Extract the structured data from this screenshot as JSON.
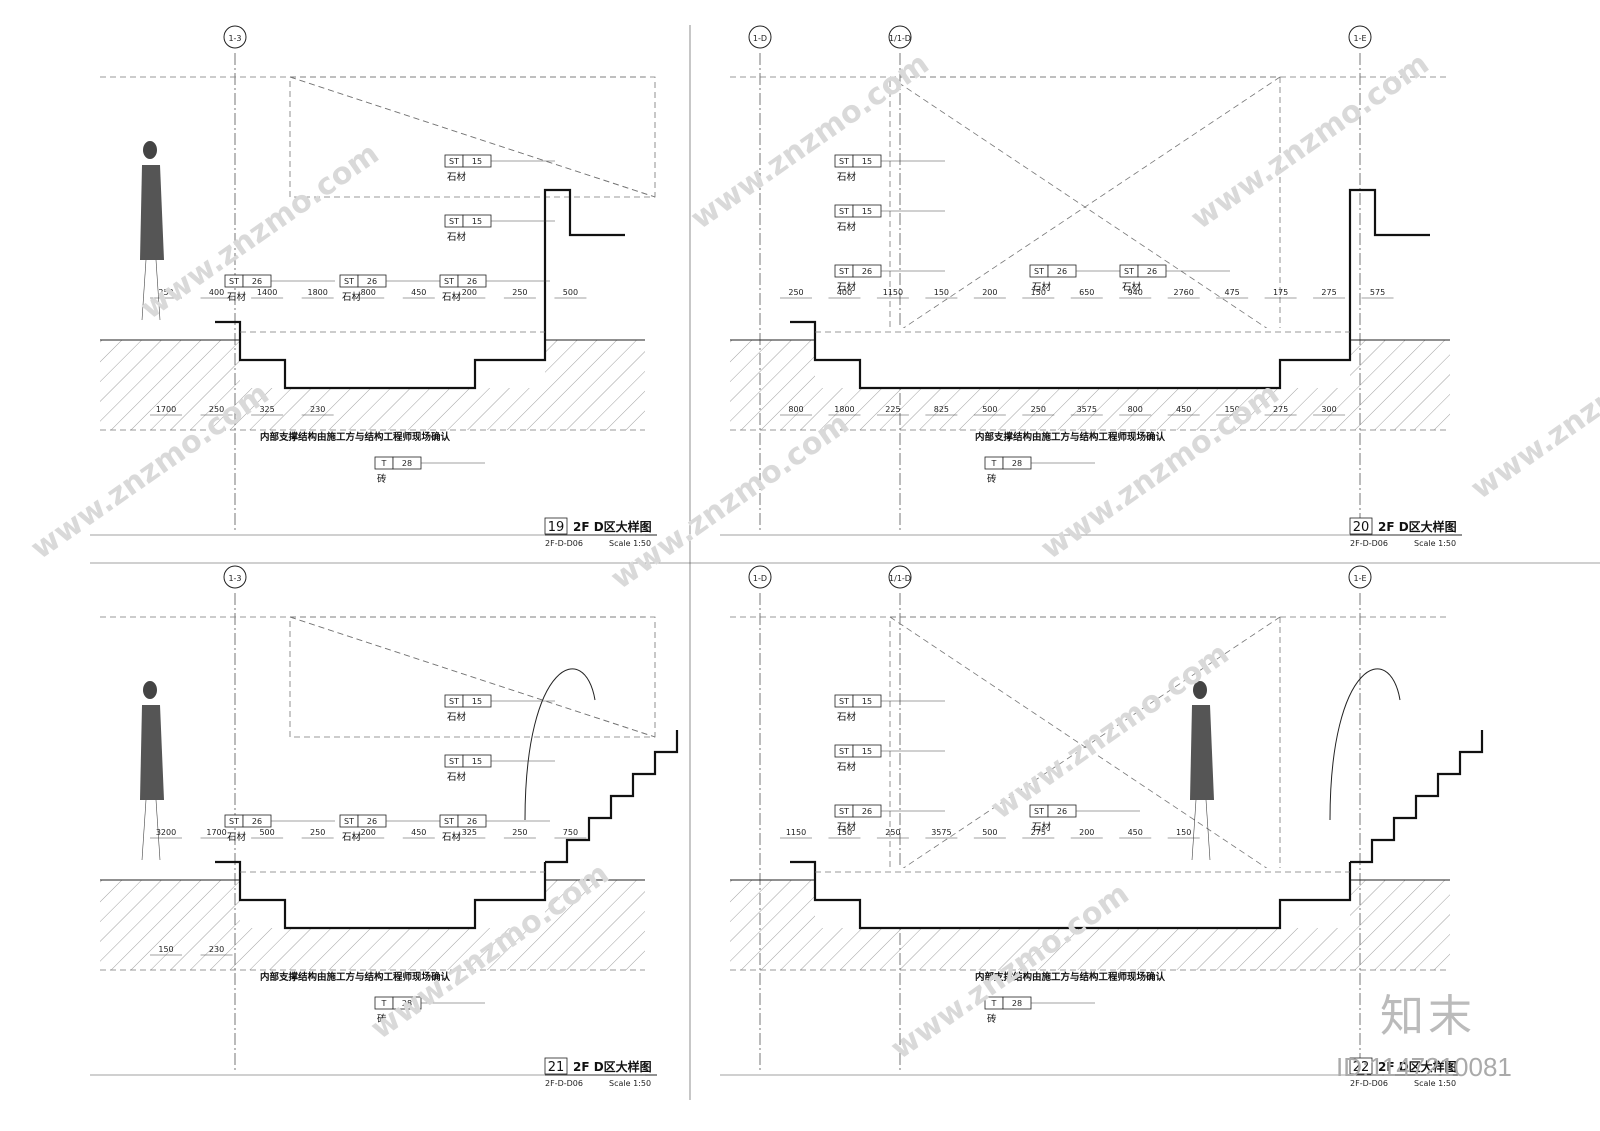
{
  "sheet": {
    "brand_logo": "知末",
    "id_text": "ID:1147210081",
    "watermark": "www.znzmo.com"
  },
  "panels": [
    {
      "id": "19",
      "number": "19",
      "title": "2F D区大样图",
      "sheet_ref": "2F-D-D06",
      "scale": "Scale 1:50",
      "grid_labels": [
        "1-3"
      ],
      "note": "内部支撑结构由施工方与结构工程师现场确认",
      "tags": [
        {
          "code": "ST",
          "num": "15",
          "label": "石材"
        },
        {
          "code": "ST",
          "num": "15",
          "label": "石材"
        },
        {
          "code": "ST",
          "num": "26",
          "label": "石材"
        },
        {
          "code": "ST",
          "num": "26",
          "label": "石材"
        },
        {
          "code": "ST",
          "num": "26",
          "label": "石材"
        },
        {
          "code": "T",
          "num": "28",
          "label": "砖"
        }
      ],
      "dims": [
        "250",
        "400",
        "1400",
        "1800",
        "800",
        "450",
        "200",
        "250",
        "500",
        "1700",
        "250",
        "325",
        "230"
      ]
    },
    {
      "id": "20",
      "number": "20",
      "title": "2F D区大样图",
      "sheet_ref": "2F-D-D06",
      "scale": "Scale 1:50",
      "grid_labels": [
        "1-D",
        "1/1-D",
        "1-E"
      ],
      "note": "内部支撑结构由施工方与结构工程师现场确认",
      "tags": [
        {
          "code": "ST",
          "num": "15",
          "label": "石材"
        },
        {
          "code": "ST",
          "num": "15",
          "label": "石材"
        },
        {
          "code": "ST",
          "num": "26",
          "label": "石材"
        },
        {
          "code": "ST",
          "num": "26",
          "label": "石材"
        },
        {
          "code": "ST",
          "num": "26",
          "label": "石材"
        },
        {
          "code": "T",
          "num": "28",
          "label": "砖"
        }
      ],
      "dims": [
        "250",
        "400",
        "1150",
        "150",
        "200",
        "150",
        "650",
        "940",
        "2760",
        "475",
        "175",
        "275",
        "575",
        "800",
        "1800",
        "225",
        "825",
        "500",
        "250",
        "3575",
        "800",
        "450",
        "150",
        "275",
        "300"
      ]
    },
    {
      "id": "21",
      "number": "21",
      "title": "2F D区大样图",
      "sheet_ref": "2F-D-D06",
      "scale": "Scale 1:50",
      "grid_labels": [
        "1-3"
      ],
      "note": "内部支撑结构由施工方与结构工程师现场确认",
      "tags": [
        {
          "code": "ST",
          "num": "15",
          "label": "石材"
        },
        {
          "code": "ST",
          "num": "15",
          "label": "石材"
        },
        {
          "code": "ST",
          "num": "26",
          "label": "石材"
        },
        {
          "code": "ST",
          "num": "26",
          "label": "石材"
        },
        {
          "code": "ST",
          "num": "26",
          "label": "石材"
        },
        {
          "code": "T",
          "num": "28",
          "label": "砖"
        }
      ],
      "dims": [
        "3200",
        "1700",
        "500",
        "250",
        "200",
        "450",
        "325",
        "250",
        "750",
        "150",
        "230"
      ]
    },
    {
      "id": "22",
      "number": "22",
      "title": "2F D区大样图",
      "sheet_ref": "2F-D-D06",
      "scale": "Scale 1:50",
      "grid_labels": [
        "1-D",
        "1/1-D",
        "1-E"
      ],
      "note": "内部支撑结构由施工方与结构工程师现场确认",
      "tags": [
        {
          "code": "ST",
          "num": "15",
          "label": "石材"
        },
        {
          "code": "ST",
          "num": "15",
          "label": "石材"
        },
        {
          "code": "ST",
          "num": "26",
          "label": "石材"
        },
        {
          "code": "ST",
          "num": "26",
          "label": "石材"
        },
        {
          "code": "T",
          "num": "28",
          "label": "砖"
        }
      ],
      "dims": [
        "1150",
        "150",
        "250",
        "3575",
        "500",
        "275",
        "200",
        "450",
        "150"
      ]
    }
  ]
}
